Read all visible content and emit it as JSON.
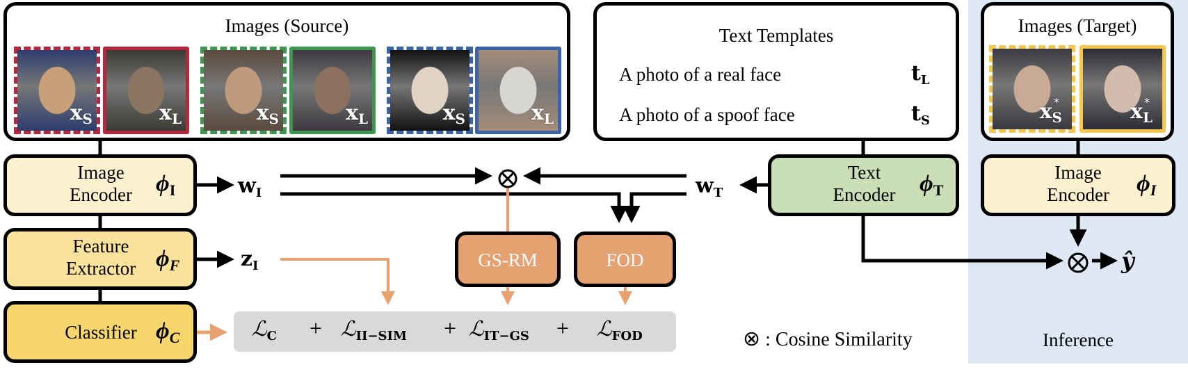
{
  "source_panel": {
    "title": "Images (Source)",
    "images": [
      {
        "label": "x",
        "sub": "S",
        "kind": "spoof",
        "border": "dashed",
        "color": "#b5283c",
        "tint": [
          "#c7a07a",
          "#2d3c6e"
        ]
      },
      {
        "label": "x",
        "sub": "L",
        "kind": "live",
        "border": "solid",
        "color": "#b5283c",
        "tint": [
          "#8a7560",
          "#3b3a35"
        ]
      },
      {
        "label": "x",
        "sub": "S",
        "kind": "spoof",
        "border": "dashed",
        "color": "#3c9650",
        "tint": [
          "#c09a7c",
          "#5b4a3e"
        ]
      },
      {
        "label": "x",
        "sub": "L",
        "kind": "live",
        "border": "solid",
        "color": "#3c9650",
        "tint": [
          "#8c7060",
          "#3e3a40"
        ]
      },
      {
        "label": "x",
        "sub": "S",
        "kind": "spoof",
        "border": "dashed",
        "color": "#3a63a8",
        "tint": [
          "#e2d2c4",
          "#111111"
        ]
      },
      {
        "label": "x",
        "sub": "L",
        "kind": "live",
        "border": "solid",
        "color": "#3a63a8",
        "tint": [
          "#d8d6d2",
          "#a68c78"
        ]
      }
    ]
  },
  "text_panel": {
    "title": "Text Templates",
    "templates": [
      {
        "text": "A photo of a real face",
        "symbol": "t",
        "sub": "L"
      },
      {
        "text": "A photo of a spoof face",
        "symbol": "t",
        "sub": "S"
      }
    ]
  },
  "target_panel": {
    "title": "Images (Target)",
    "images": [
      {
        "label": "x",
        "sub": "S",
        "star": "*",
        "kind": "spoof",
        "border": "dashed",
        "color": "#f5c84c",
        "tint": [
          "#c9aa96",
          "#3a3a40"
        ]
      },
      {
        "label": "x",
        "sub": "L",
        "star": "*",
        "kind": "live",
        "border": "solid",
        "color": "#f5c84c",
        "tint": [
          "#d3bcae",
          "#2c2d35"
        ]
      }
    ]
  },
  "modules": {
    "image_encoder": {
      "line1": "Image",
      "line2": "Encoder",
      "symbol": "ϕ",
      "sub": "I",
      "color": "#fdf0cf"
    },
    "feature_extractor": {
      "line1": "Feature",
      "line2": "Extractor",
      "symbol": "ϕ",
      "sub": "F",
      "color": "#fbe39c"
    },
    "classifier": {
      "line1": "Classifier",
      "symbol": "ϕ",
      "sub": "C",
      "color": "#f8d66e"
    },
    "text_encoder": {
      "line1": "Text",
      "line2": "Encoder",
      "symbol": "ϕ",
      "sub": "T",
      "color": "#cadfb8"
    },
    "gsrm": {
      "label": "GS-RM",
      "color": "#e5a16f"
    },
    "fod": {
      "label": "FOD",
      "color": "#e5a16f"
    },
    "target_image_encoder": {
      "line1": "Image",
      "line2": "Encoder",
      "symbol": "ϕ",
      "sub": "I",
      "color": "#fdf0cf"
    }
  },
  "variables": {
    "w_image": {
      "symbol": "w",
      "sub": "I"
    },
    "w_text": {
      "symbol": "w",
      "sub": "T"
    },
    "z_image": {
      "symbol": "z",
      "sub": "I"
    },
    "y_hat": "ŷ"
  },
  "losses": {
    "terms": [
      {
        "symbol": "ℒ",
        "sub": "C"
      },
      {
        "symbol": "ℒ",
        "sub": "II−SIM"
      },
      {
        "symbol": "ℒ",
        "sub": "IT−GS"
      },
      {
        "symbol": "ℒ",
        "sub": "FOD"
      }
    ],
    "plus": "+"
  },
  "legend": {
    "symbol": "⊗",
    "text": ": Cosine Similarity"
  },
  "inference_label": "Inference",
  "operator_symbol": "⊗",
  "colors": {
    "line": "#000000",
    "loss_arrow": "#e8a06e",
    "inference_bg": "#dfe8f5",
    "loss_bar": "#d9d9d9"
  }
}
